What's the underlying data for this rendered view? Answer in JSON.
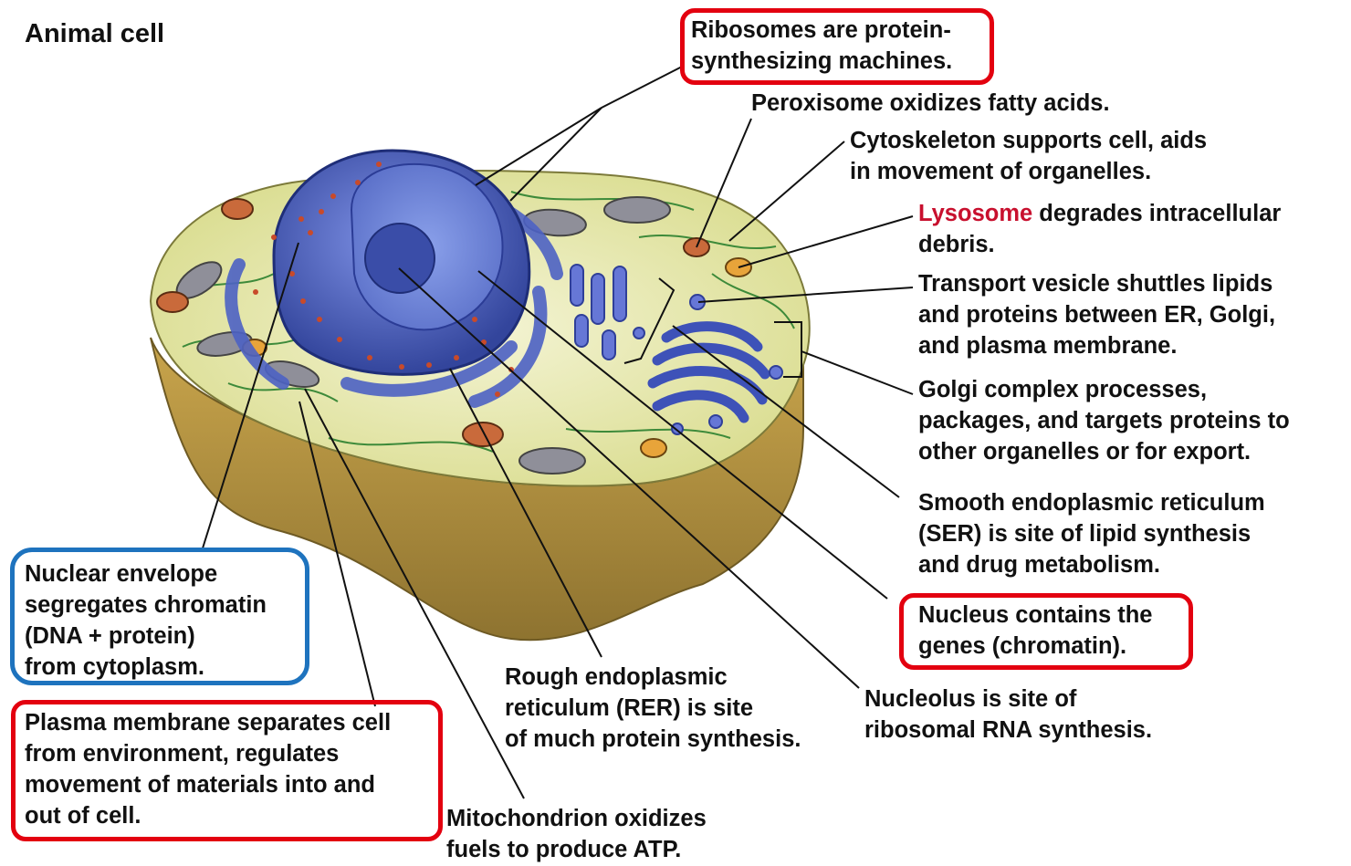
{
  "title": "Animal cell",
  "labels": {
    "ribosomes": [
      "Ribosomes are protein-",
      "synthesizing machines."
    ],
    "peroxisome": [
      "Peroxisome oxidizes fatty acids."
    ],
    "cytoskeleton": [
      "Cytoskeleton supports cell, aids",
      "in movement of organelles."
    ],
    "lysosome": {
      "highlight": "Lysosome",
      "rest": " degrades intracellular",
      "line2": "debris."
    },
    "transport_vesicle": [
      "Transport vesicle shuttles lipids",
      "and proteins between ER, Golgi,",
      "and plasma membrane."
    ],
    "golgi": [
      "Golgi complex processes,",
      "packages, and targets proteins to",
      "other organelles or for export."
    ],
    "ser": [
      "Smooth endoplasmic reticulum",
      "(SER) is site of lipid synthesis",
      "and drug metabolism."
    ],
    "nucleus": [
      "Nucleus contains the",
      "genes (chromatin)."
    ],
    "nucleolus": [
      "Nucleolus is site of",
      "ribosomal RNA synthesis."
    ],
    "rer": [
      "Rough endoplasmic",
      "reticulum (RER) is site",
      "of much protein synthesis."
    ],
    "mitochondrion": [
      "Mitochondrion oxidizes",
      "fuels to produce ATP."
    ],
    "nuclear_envelope": [
      "Nuclear envelope",
      "segregates chromatin",
      "(DNA + protein)",
      "from cytoplasm."
    ],
    "plasma_membrane": [
      "Plasma membrane separates cell",
      "from environment, regulates",
      "movement of materials into and",
      "out of cell."
    ]
  },
  "colors": {
    "highlight_box_red": "#e3000f",
    "highlight_box_blue": "#1e73be",
    "lysosome_text": "#c8102e",
    "cytoplasm": "#e6e6a6",
    "cell_wall_side": "#b8963e",
    "nucleus": "#4a5fc0",
    "organelle_blue": "#6677d6"
  }
}
